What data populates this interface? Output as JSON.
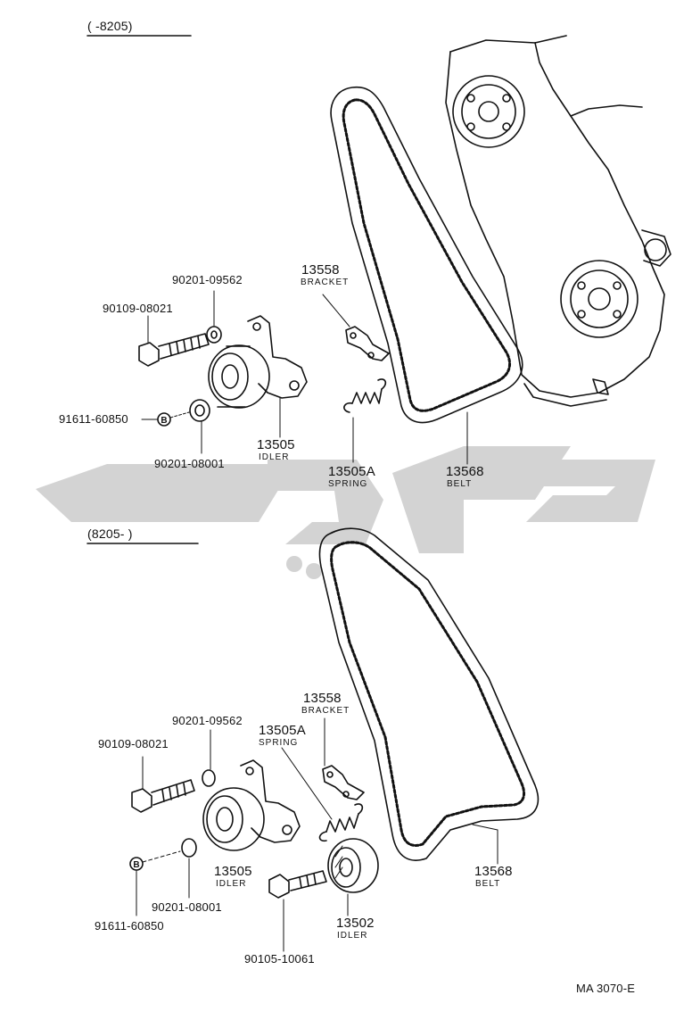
{
  "colors": {
    "ink": "#111111",
    "watermark": "#d3d3d3"
  },
  "watermark": {
    "icon": "brand-watermark-logo"
  },
  "upper": {
    "range": "(      -8205)",
    "part_bolt": "90109-08021",
    "part_washer_top": "90201-09562",
    "part_nut": "91611-60850",
    "part_washer_bottom": "90201-08001",
    "bracket_no": "13558",
    "bracket_name": "BRACKET",
    "idler_no": "13505",
    "idler_name": "IDLER",
    "spring_no": "13505A",
    "spring_name": "SPRING",
    "belt_no": "13568",
    "belt_name": "BELT",
    "nut_marker": "B"
  },
  "lower": {
    "range": "(8205-       )",
    "part_washer_top": "90201-09562",
    "part_bolt": "90109-08021",
    "bracket_no": "13558",
    "bracket_name": "BRACKET",
    "spring_no": "13505A",
    "spring_name": "SPRING",
    "idler_no": "13505",
    "idler_name": "IDLER",
    "part_washer_bottom": "90201-08001",
    "part_nut": "91611-60850",
    "idler2_no": "13502",
    "idler2_name": "IDLER",
    "part_bolt2": "90105-10061",
    "belt_no": "13568",
    "belt_name": "BELT",
    "nut_marker": "B"
  },
  "footer": {
    "code": "MA 3070-E"
  }
}
